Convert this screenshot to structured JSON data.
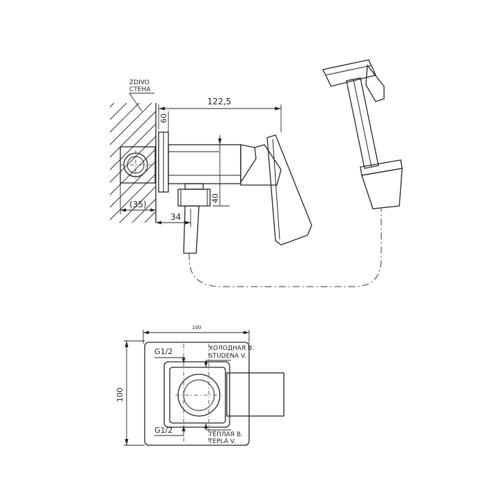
{
  "side_view": {
    "wall_label_1": "ZDIVO",
    "wall_label_2": "СТЕНА",
    "dim_width": "122,5",
    "dim_height_top": "60",
    "dim_height_bottom": "40",
    "dim_depth": "(35)",
    "dim_outlet": "34"
  },
  "top_view": {
    "dim_width": "100",
    "dim_height": "100",
    "thread_top": "G1/2",
    "thread_bottom": "G1/2",
    "cold_ru": "ХОЛОДНАЯ В.",
    "cold_cz": "STUDENÁ V.",
    "hot_ru": "ТЁПЛАЯ В.",
    "hot_cz": "TEPLÁ V."
  }
}
